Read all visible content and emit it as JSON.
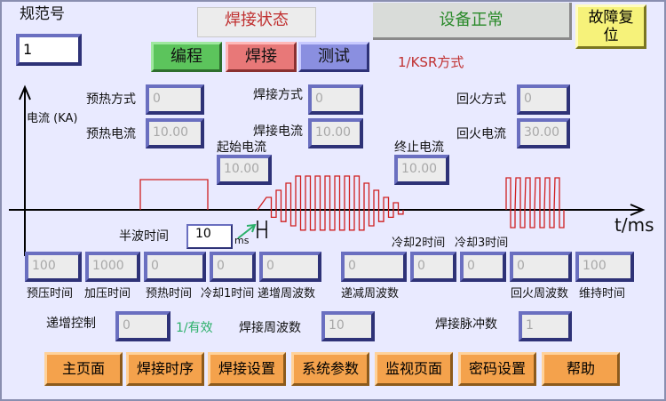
{
  "header": {
    "spec_label": "规范号",
    "spec_value": "1",
    "status_label": "焊接状态",
    "device_status": "设备正常",
    "fault_reset": "故障复位",
    "mode_text": "1/KSR方式"
  },
  "tabs": [
    {
      "label": "编程"
    },
    {
      "label": "焊接"
    },
    {
      "label": "测试"
    }
  ],
  "params": {
    "preheat_mode_label": "预热方式",
    "preheat_mode_value": "0",
    "preheat_current_label": "预热电流",
    "preheat_current_value": "10.00",
    "weld_mode_label": "焊接方式",
    "weld_mode_value": "0",
    "weld_current_label": "焊接电流",
    "weld_current_value": "10.00",
    "temper_mode_label": "回火方式",
    "temper_mode_value": "0",
    "temper_current_label": "回火电流",
    "temper_current_value": "30.00",
    "start_current_label": "起始电流",
    "start_current_value": "10.00",
    "end_current_label": "终止电流",
    "end_current_value": "10.00"
  },
  "graph": {
    "y_label": "电流 (KA)",
    "x_label": "t/ms",
    "half_wave_label": "半波时间",
    "half_wave_value": "10",
    "half_wave_unit": "ms"
  },
  "timing": [
    {
      "label": "预压时间",
      "value": "100"
    },
    {
      "label": "加压时间",
      "value": "1000"
    },
    {
      "label": "预热时间",
      "value": "0"
    },
    {
      "label": "冷却1时间",
      "value": "0"
    },
    {
      "label": "递增周波数",
      "value": "0"
    },
    {
      "label": "递减周波数",
      "value": "0"
    },
    {
      "label": "冷却2时间",
      "value": "0"
    },
    {
      "label": "冷却3时间",
      "value": "0"
    },
    {
      "label": "回火周波数",
      "value": "0"
    },
    {
      "label": "维持时间",
      "value": "100"
    }
  ],
  "bottom_params": {
    "increment_control_label": "递增控制",
    "increment_control_value": "0",
    "increment_note": "1/有效",
    "weld_cycles_label": "焊接周波数",
    "weld_cycles_value": "10",
    "weld_pulses_label": "焊接脉冲数",
    "weld_pulses_value": "1"
  },
  "nav": [
    {
      "label": "主页面"
    },
    {
      "label": "焊接时序"
    },
    {
      "label": "焊接设置"
    },
    {
      "label": "系统参数"
    },
    {
      "label": "监视页面"
    },
    {
      "label": "密码设置"
    },
    {
      "label": "帮助"
    }
  ],
  "colors": {
    "background": "#e9eaff",
    "field_border": "#3a3e8c",
    "waveform": "#d02020",
    "nav_button": "#f4a24c",
    "status_ok": "#2a8a2a",
    "fault_button": "#f6f27a"
  }
}
